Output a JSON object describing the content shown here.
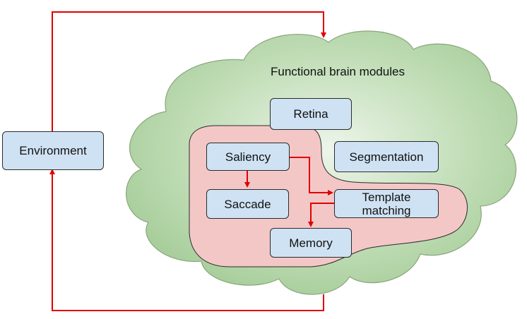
{
  "title": "Functional brain modules",
  "nodes": {
    "environment": "Environment",
    "retina": "Retina",
    "saliency": "Saliency",
    "segmentation": "Segmentation",
    "saccade": "Saccade",
    "template_matching": "Template matching",
    "memory": "Memory"
  },
  "colors": {
    "cloud_fill": "#a9cf9c",
    "cloud_center": "#e9f2e5",
    "cloud_stroke": "#8aa67e",
    "region_fill": "#f4c7c7",
    "box_fill": "#cfe2f3",
    "arrow": "#e00000"
  }
}
